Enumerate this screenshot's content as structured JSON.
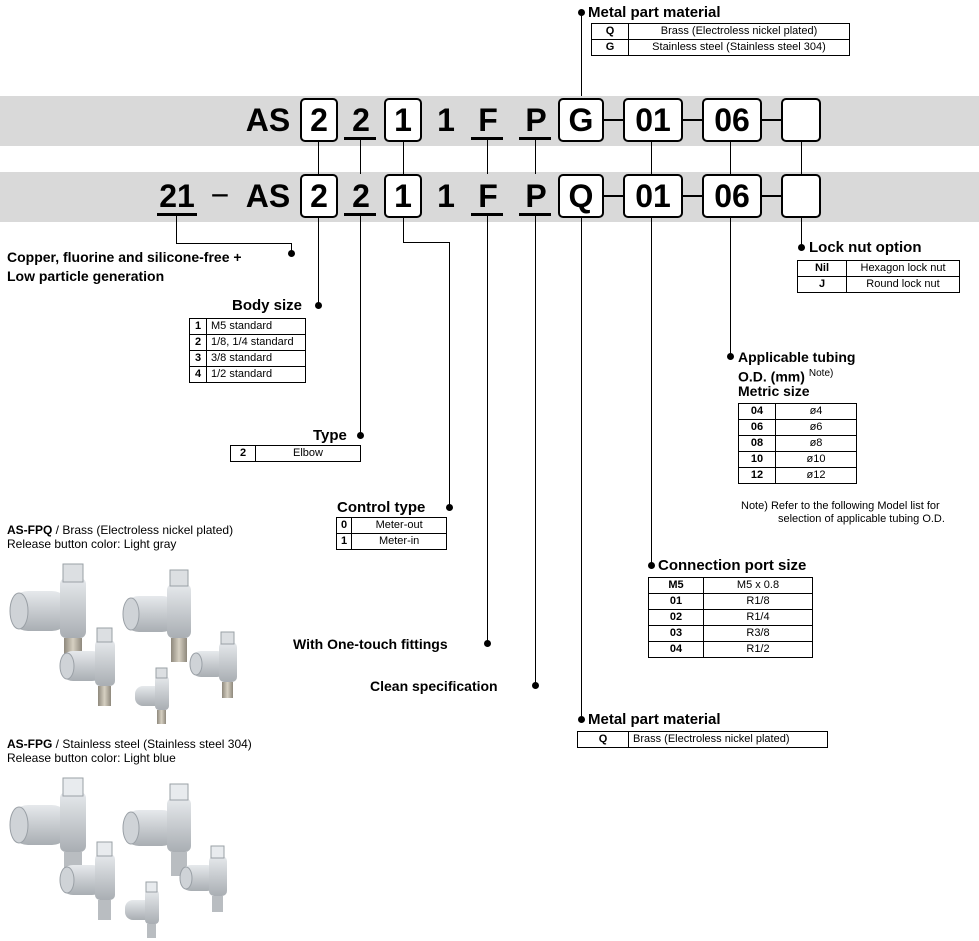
{
  "top_material": {
    "title": "Metal part material",
    "rows": [
      {
        "code": "Q",
        "desc": "Brass (Electroless nickel plated)"
      },
      {
        "code": "G",
        "desc": "Stainless steel (Stainless steel 304)"
      }
    ]
  },
  "row1": {
    "as": "AS",
    "d1": "2",
    "d2": "2",
    "d3": "1",
    "d4": "1",
    "d5": "F",
    "d6": "P",
    "d7": "G",
    "d8": "01",
    "d9": "06",
    "d10": ""
  },
  "row2": {
    "prefix": "21",
    "dash": "−",
    "as": "AS",
    "d1": "2",
    "d2": "2",
    "d3": "1",
    "d4": "1",
    "d5": "F",
    "d6": "P",
    "d7": "Q",
    "d8": "01",
    "d9": "06",
    "d10": ""
  },
  "copper": {
    "line1": "Copper, fluorine and silicone-free +",
    "line2": "Low particle generation"
  },
  "body_size": {
    "title": "Body size",
    "rows": [
      {
        "code": "1",
        "desc": "M5 standard"
      },
      {
        "code": "2",
        "desc": "1/8, 1/4 standard"
      },
      {
        "code": "3",
        "desc": "3/8 standard"
      },
      {
        "code": "4",
        "desc": "1/2 standard"
      }
    ]
  },
  "type": {
    "title": "Type",
    "rows": [
      {
        "code": "2",
        "desc": "Elbow"
      }
    ]
  },
  "control_type": {
    "title": "Control type",
    "rows": [
      {
        "code": "0",
        "desc": "Meter-out"
      },
      {
        "code": "1",
        "desc": "Meter-in"
      }
    ]
  },
  "one_touch": "With One-touch fittings",
  "clean_spec": "Clean specification",
  "bottom_material": {
    "title": "Metal part material",
    "rows": [
      {
        "code": "Q",
        "desc": "Brass (Electroless nickel plated)"
      }
    ]
  },
  "lock_nut": {
    "title": "Lock nut option",
    "rows": [
      {
        "code": "Nil",
        "desc": "Hexagon lock nut"
      },
      {
        "code": "J",
        "desc": "Round lock nut"
      }
    ]
  },
  "tubing": {
    "title_line1": "Applicable tubing",
    "title_line2": "O.D. (mm)",
    "note_sup": "Note)",
    "subtitle": "Metric size",
    "rows": [
      {
        "code": "04",
        "desc": "ø4"
      },
      {
        "code": "06",
        "desc": "ø6"
      },
      {
        "code": "08",
        "desc": "ø8"
      },
      {
        "code": "10",
        "desc": "ø10"
      },
      {
        "code": "12",
        "desc": "ø12"
      }
    ],
    "note_line1": "Note) Refer to the following Model list for",
    "note_line2": "selection of applicable tubing O.D."
  },
  "port_size": {
    "title": "Connection port size",
    "rows": [
      {
        "code": "M5",
        "desc": "M5 x 0.8"
      },
      {
        "code": "01",
        "desc": "R1/8"
      },
      {
        "code": "02",
        "desc": "R1/4"
      },
      {
        "code": "03",
        "desc": "R3/8"
      },
      {
        "code": "04",
        "desc": "R1/2"
      }
    ]
  },
  "product1": {
    "model": "AS-FPQ",
    "sep": " / ",
    "material": "Brass (Electroless nickel plated)",
    "button": "Release button color: Light gray"
  },
  "product2": {
    "model": "AS-FPG",
    "sep": " / ",
    "material": "Stainless steel (Stainless steel 304)",
    "button": "Release button color: Light blue"
  },
  "colors": {
    "band": "#d9d9d9",
    "fitting_body": "#c8ccd0",
    "fitting_thread": "#b5b0a3"
  }
}
